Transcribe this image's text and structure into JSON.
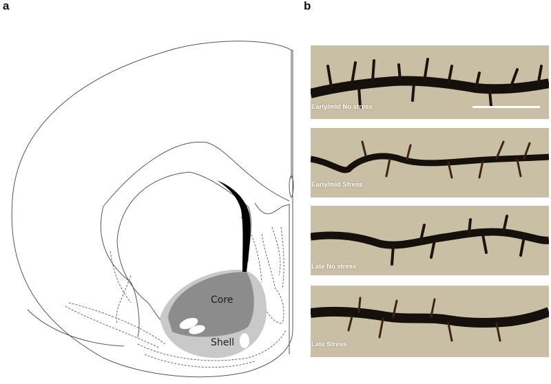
{
  "figure": {
    "panel_a": {
      "label": "a",
      "regions": {
        "core": "Core",
        "shell": "Shell"
      },
      "colors": {
        "core": "#8c8c8c",
        "shell": "#c9c9c9",
        "tract": "#000000"
      }
    },
    "panel_b": {
      "label": "b",
      "images": [
        {
          "caption": "Early/mid No stress",
          "has_scale_bar": true
        },
        {
          "caption": "Early/mid Stress"
        },
        {
          "caption": "Late No stress"
        },
        {
          "caption": "Late Stress"
        }
      ],
      "colors": {
        "background": "#c8bfa4",
        "dendrite": "#1a120c"
      }
    }
  }
}
